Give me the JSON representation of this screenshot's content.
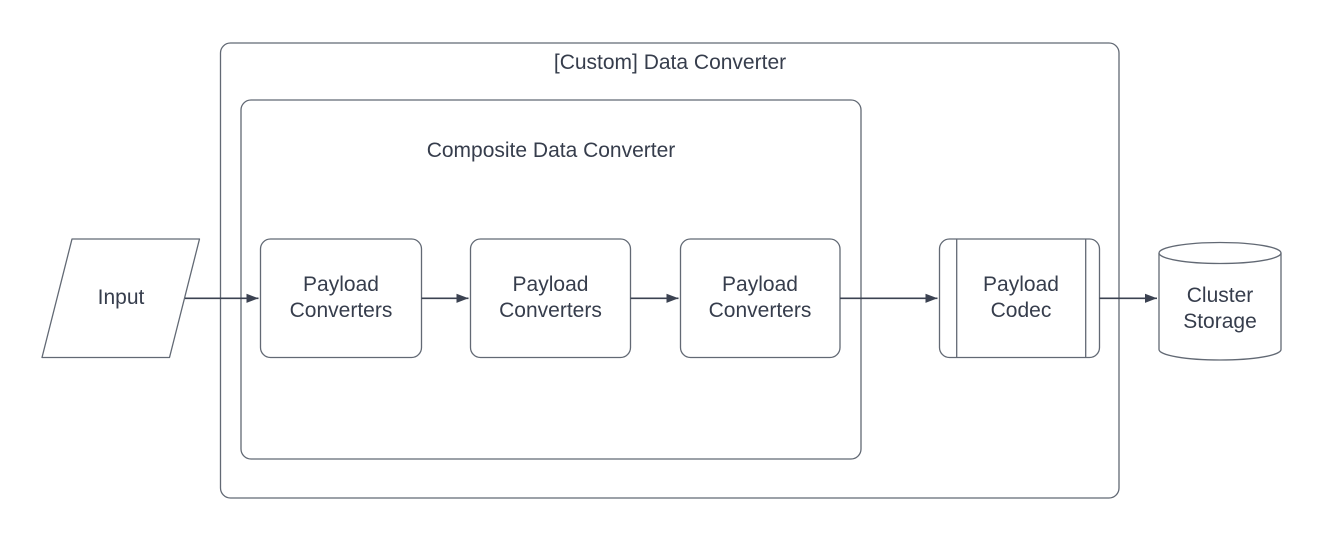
{
  "diagram": {
    "containers": {
      "outer": {
        "title": "[Custom] Data Converter"
      },
      "composite": {
        "title": "Composite Data Converter"
      }
    },
    "nodes": {
      "input": {
        "label": "Input",
        "shape": "parallelogram"
      },
      "payload_converters_1": {
        "label": "Payload Converters",
        "shape": "rounded-rectangle"
      },
      "payload_converters_2": {
        "label": "Payload Converters",
        "shape": "rounded-rectangle"
      },
      "payload_converters_3": {
        "label": "Payload Converters",
        "shape": "rounded-rectangle"
      },
      "payload_codec": {
        "label": "Payload Codec",
        "shape": "predefined-process"
      },
      "cluster_storage": {
        "label": "Cluster Storage",
        "shape": "cylinder"
      }
    },
    "edges": [
      {
        "from": "input",
        "to": "payload_converters_1"
      },
      {
        "from": "payload_converters_1",
        "to": "payload_converters_2"
      },
      {
        "from": "payload_converters_2",
        "to": "payload_converters_3"
      },
      {
        "from": "payload_converters_3",
        "to": "payload_codec"
      },
      {
        "from": "payload_codec",
        "to": "cluster_storage"
      }
    ],
    "colors": {
      "background": "#ffffff",
      "shape_fill": "#ffffff",
      "shape_border": "#626974",
      "arrow": "#3b4251",
      "text": "#363d4c"
    }
  }
}
